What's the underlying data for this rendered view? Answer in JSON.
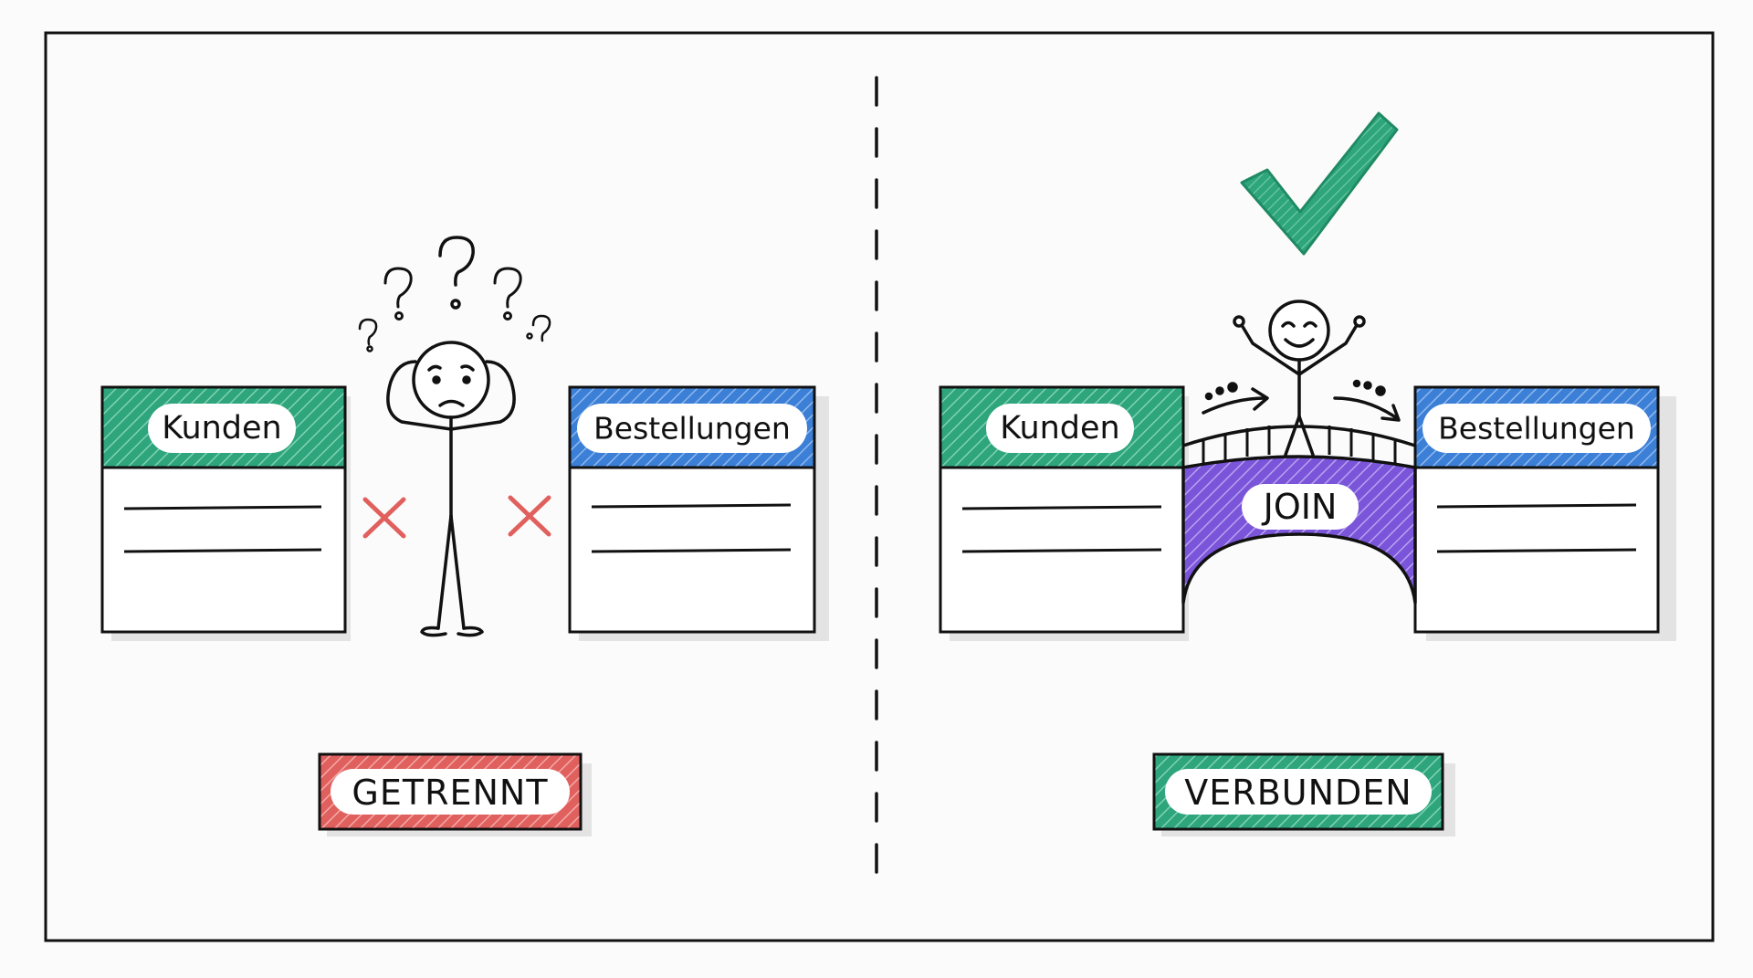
{
  "left_panel": {
    "table_a_title": "Kunden",
    "table_b_title": "Bestellungen",
    "status_label": "GETRENNT"
  },
  "right_panel": {
    "table_a_title": "Kunden",
    "table_b_title": "Bestellungen",
    "bridge_label": "JOIN",
    "status_label": "VERBUNDEN"
  },
  "colors": {
    "green": "#2ea57c",
    "blue": "#3b7fd6",
    "purple": "#7a55d9",
    "red": "#e0605e",
    "ink": "#111111"
  },
  "icons": [
    "question-mark-icon",
    "cross-icon",
    "checkmark-icon",
    "arrow-right-icon"
  ]
}
